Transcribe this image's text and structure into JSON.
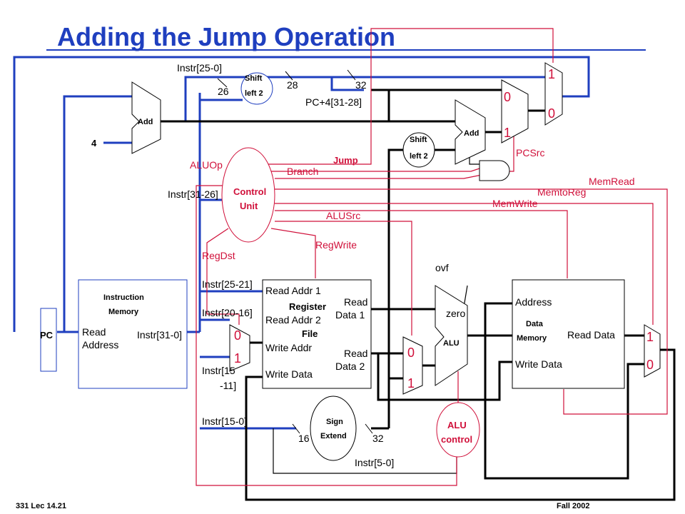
{
  "title": "Adding the Jump Operation",
  "footer": {
    "left": "331  Lec 14.21",
    "right": "Fall 2002"
  },
  "units": {
    "pc": "PC",
    "instr_mem_title": [
      "Instruction",
      "Memory"
    ],
    "instr_mem_read": [
      "Read",
      "Address"
    ],
    "instr_mem_out": "Instr[31-0]",
    "add1": "Add",
    "add2": "Add",
    "const4": "4",
    "shift1": [
      "Shift",
      "left 2"
    ],
    "shift2": [
      "Shift",
      "left 2"
    ],
    "control": [
      "Control",
      "Unit"
    ],
    "regfile_title": [
      "Register",
      "File"
    ],
    "regfile_ports": {
      "read_addr1": "Read Addr 1",
      "read_addr2": "Read Addr 2",
      "write_addr": "Write Addr",
      "write_data": "Write Data",
      "read_data1": [
        "Read",
        "Data 1"
      ],
      "read_data2": [
        "Read",
        "Data 2"
      ]
    },
    "sign_extend": [
      "Sign",
      "Extend"
    ],
    "alu": "ALU",
    "alu_zero": "zero",
    "alu_ovf": "ovf",
    "alu_control": [
      "ALU",
      "control"
    ],
    "data_mem_title": [
      "Data",
      "Memory"
    ],
    "data_mem_ports": {
      "address": "Address",
      "read_data": "Read Data",
      "write_data": "Write Data"
    }
  },
  "wire_labels": {
    "instr_25_0": "Instr[25-0]",
    "bits_26": "26",
    "bits_28": "28",
    "bits_32": "32",
    "pc4_31_28": "PC+4[31-28]",
    "instr_31_26": "Instr[31-26]",
    "instr_25_21": "Instr[25-21]",
    "instr_20_16": "Instr[20-16]",
    "instr_15_11": [
      "Instr[15",
      "-11]"
    ],
    "instr_15_0": "Instr[15-0]",
    "bits_16": "16",
    "bits_32b": "32",
    "instr_5_0": "Instr[5-0]"
  },
  "control_signals": {
    "aluop": "ALUOp",
    "branch": "Branch",
    "jump": "Jump",
    "alusrc": "ALUSrc",
    "regwrite": "RegWrite",
    "regdst": "RegDst",
    "pcsrc": "PCSrc",
    "memread": "MemRead",
    "memtoreg": "MemtoReg",
    "memwrite": "MemWrite"
  },
  "mux_labels": {
    "jump_mux": [
      "1",
      "0"
    ],
    "pcsrc_mux": [
      "0",
      "1"
    ],
    "regdst_mux": [
      "0",
      "1"
    ],
    "alusrc_mux": [
      "0",
      "1"
    ],
    "memtoreg_mux": [
      "1",
      "0"
    ]
  }
}
